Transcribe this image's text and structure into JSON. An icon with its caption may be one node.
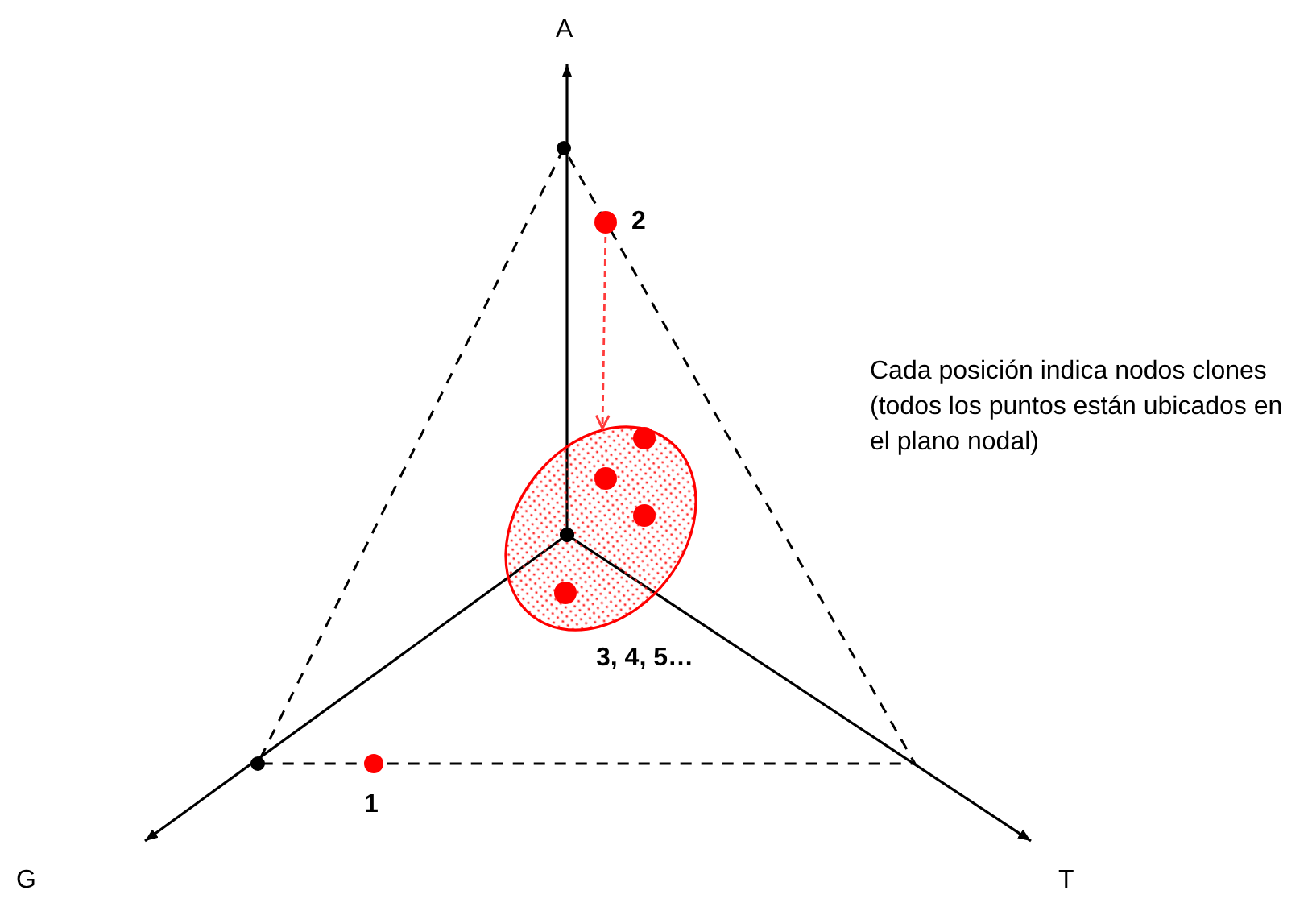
{
  "diagram": {
    "nodes": [
      {
        "text": [],
        "shape": "circle",
        "beside": [
          "2"
        ]
      },
      {
        "text": [],
        "shape": "ellipse",
        "beside": [
          "3, 4, 5…"
        ]
      },
      {
        "text": [],
        "shape": "circle",
        "beside": [
          "1"
        ]
      }
    ],
    "edges": [
      {
        "from": 0,
        "to": 1,
        "arrow": "to",
        "style": "dashed",
        "color": "#ff3b3b"
      }
    ],
    "labels": [
      "A",
      "Cada posición indica nodos clones (todos los puntos están ubicados en el plano nodal)",
      "G",
      "T"
    ]
  }
}
